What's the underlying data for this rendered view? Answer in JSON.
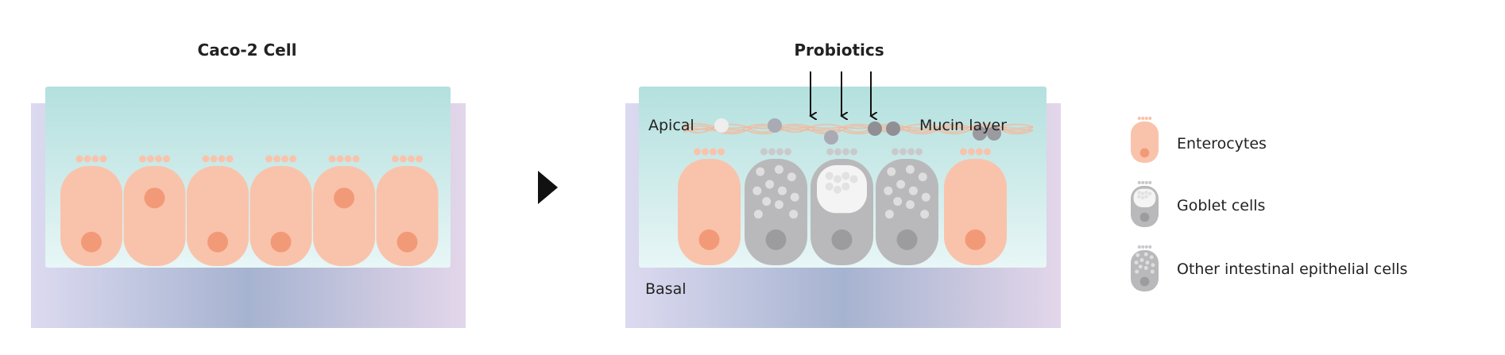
{
  "left_panel": {
    "title": "Caco-2 Cell"
  },
  "right_panel": {
    "title": "Probiotics",
    "apical_label": "Apical",
    "mucin_label": "Mucin layer",
    "basal_label": "Basal"
  },
  "legend": {
    "items": [
      {
        "label": "Enterocytes",
        "type": "enterocyte"
      },
      {
        "label": "Goblet cells",
        "type": "goblet"
      },
      {
        "label": "Other intestinal epithelial cells",
        "type": "other"
      }
    ]
  },
  "colors": {
    "enterocyte": "#f9c3ab",
    "nucleus": "#f29a78",
    "gray_cell": "#b9b9bb",
    "gray_nucleus": "#9c9c9f",
    "mucin": "#f4b79a"
  }
}
